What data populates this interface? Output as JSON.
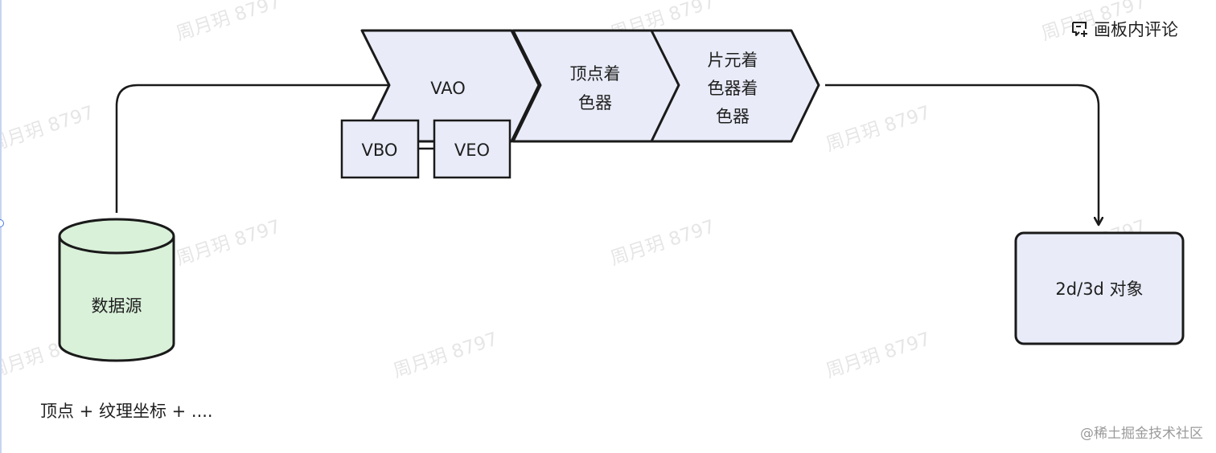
{
  "diagram": {
    "nodes": {
      "data_source": "数据源",
      "vao": "VAO",
      "vbo": "VBO",
      "veo": "VEO",
      "vertex_shader": [
        "顶点着",
        "色器"
      ],
      "fragment_shader": [
        "片元着",
        "色器着",
        "色器"
      ],
      "output": "2d/3d 对象"
    },
    "caption": "顶点 + 纹理坐标 + ....",
    "colors": {
      "cylinder_fill": "#d9f0d9",
      "box_fill": "#e9ecf8",
      "stroke": "#1a1a1a"
    }
  },
  "toolbar": {
    "comment_label": "画板内评论",
    "comment_icon": "comment-add-icon"
  },
  "watermark": {
    "text": "周月玥 8797"
  },
  "footer": {
    "credit": "@稀土掘金技术社区"
  }
}
